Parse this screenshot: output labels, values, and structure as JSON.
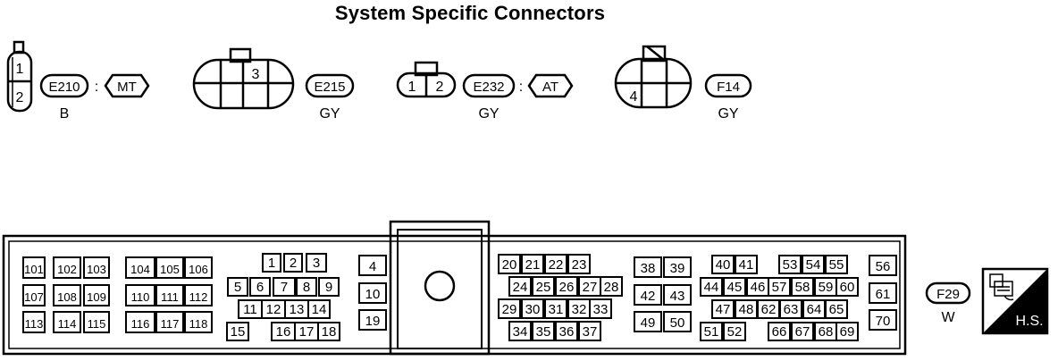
{
  "title": "System Specific Connectors",
  "small_connectors": [
    {
      "id": "E210",
      "pins": [
        "1",
        "2"
      ],
      "color": "B",
      "condition": "MT"
    },
    {
      "id": "E215",
      "pins": [
        "3"
      ],
      "color": "GY"
    },
    {
      "id": "E232",
      "pins": [
        "1",
        "2"
      ],
      "color": "GY",
      "condition": "AT"
    },
    {
      "id": "F14",
      "pins": [
        "4"
      ],
      "color": "GY"
    }
  ],
  "ecm_connector": {
    "id": "F29",
    "color": "W",
    "pins": [
      "101",
      "102",
      "103",
      "104",
      "105",
      "106",
      "107",
      "108",
      "109",
      "110",
      "111",
      "112",
      "113",
      "114",
      "115",
      "116",
      "117",
      "118",
      "1",
      "2",
      "3",
      "4",
      "5",
      "6",
      "7",
      "8",
      "9",
      "10",
      "11",
      "12",
      "13",
      "14",
      "15",
      "16",
      "17",
      "18",
      "19",
      "20",
      "21",
      "22",
      "23",
      "24",
      "25",
      "26",
      "27",
      "28",
      "29",
      "30",
      "31",
      "32",
      "33",
      "34",
      "35",
      "36",
      "37",
      "38",
      "39",
      "40",
      "41",
      "42",
      "43",
      "44",
      "45",
      "46",
      "47",
      "48",
      "49",
      "50",
      "51",
      "52",
      "53",
      "54",
      "55",
      "56",
      "57",
      "58",
      "59",
      "60",
      "61",
      "62",
      "63",
      "64",
      "65",
      "66",
      "67",
      "68",
      "69",
      "70"
    ]
  },
  "badge": {
    "text": "H.S.",
    "icon": "harness-side-connector-icon"
  }
}
